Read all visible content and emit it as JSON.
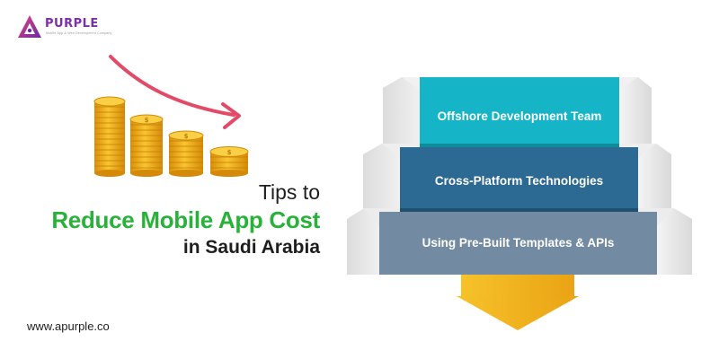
{
  "brand": {
    "name": "PURPLE",
    "tagline": "Mobile App & Web Development Company",
    "website": "www.apurple.co"
  },
  "headline": {
    "line1": "Tips to",
    "line2": "Reduce Mobile App Cost",
    "line3": "in Saudi Arabia"
  },
  "steps": [
    {
      "label": "Offshore Development Team",
      "color": "#15b4c6"
    },
    {
      "label": "Cross-Platform Technologies",
      "color": "#2c6a93"
    },
    {
      "label": "Using Pre-Built Templates & APIs",
      "color": "#738aa3"
    }
  ],
  "colors": {
    "accent_green": "#29b23a",
    "arrow_red": "#e24a68",
    "coin_gold": "#f3b520",
    "brand_purple": "#7b2fa8",
    "down_arrow": "#f6c22a"
  },
  "icons": [
    "downward-trend-arrow-icon",
    "coin-stack-icon",
    "dollar-sign-icon",
    "down-arrow-icon"
  ]
}
